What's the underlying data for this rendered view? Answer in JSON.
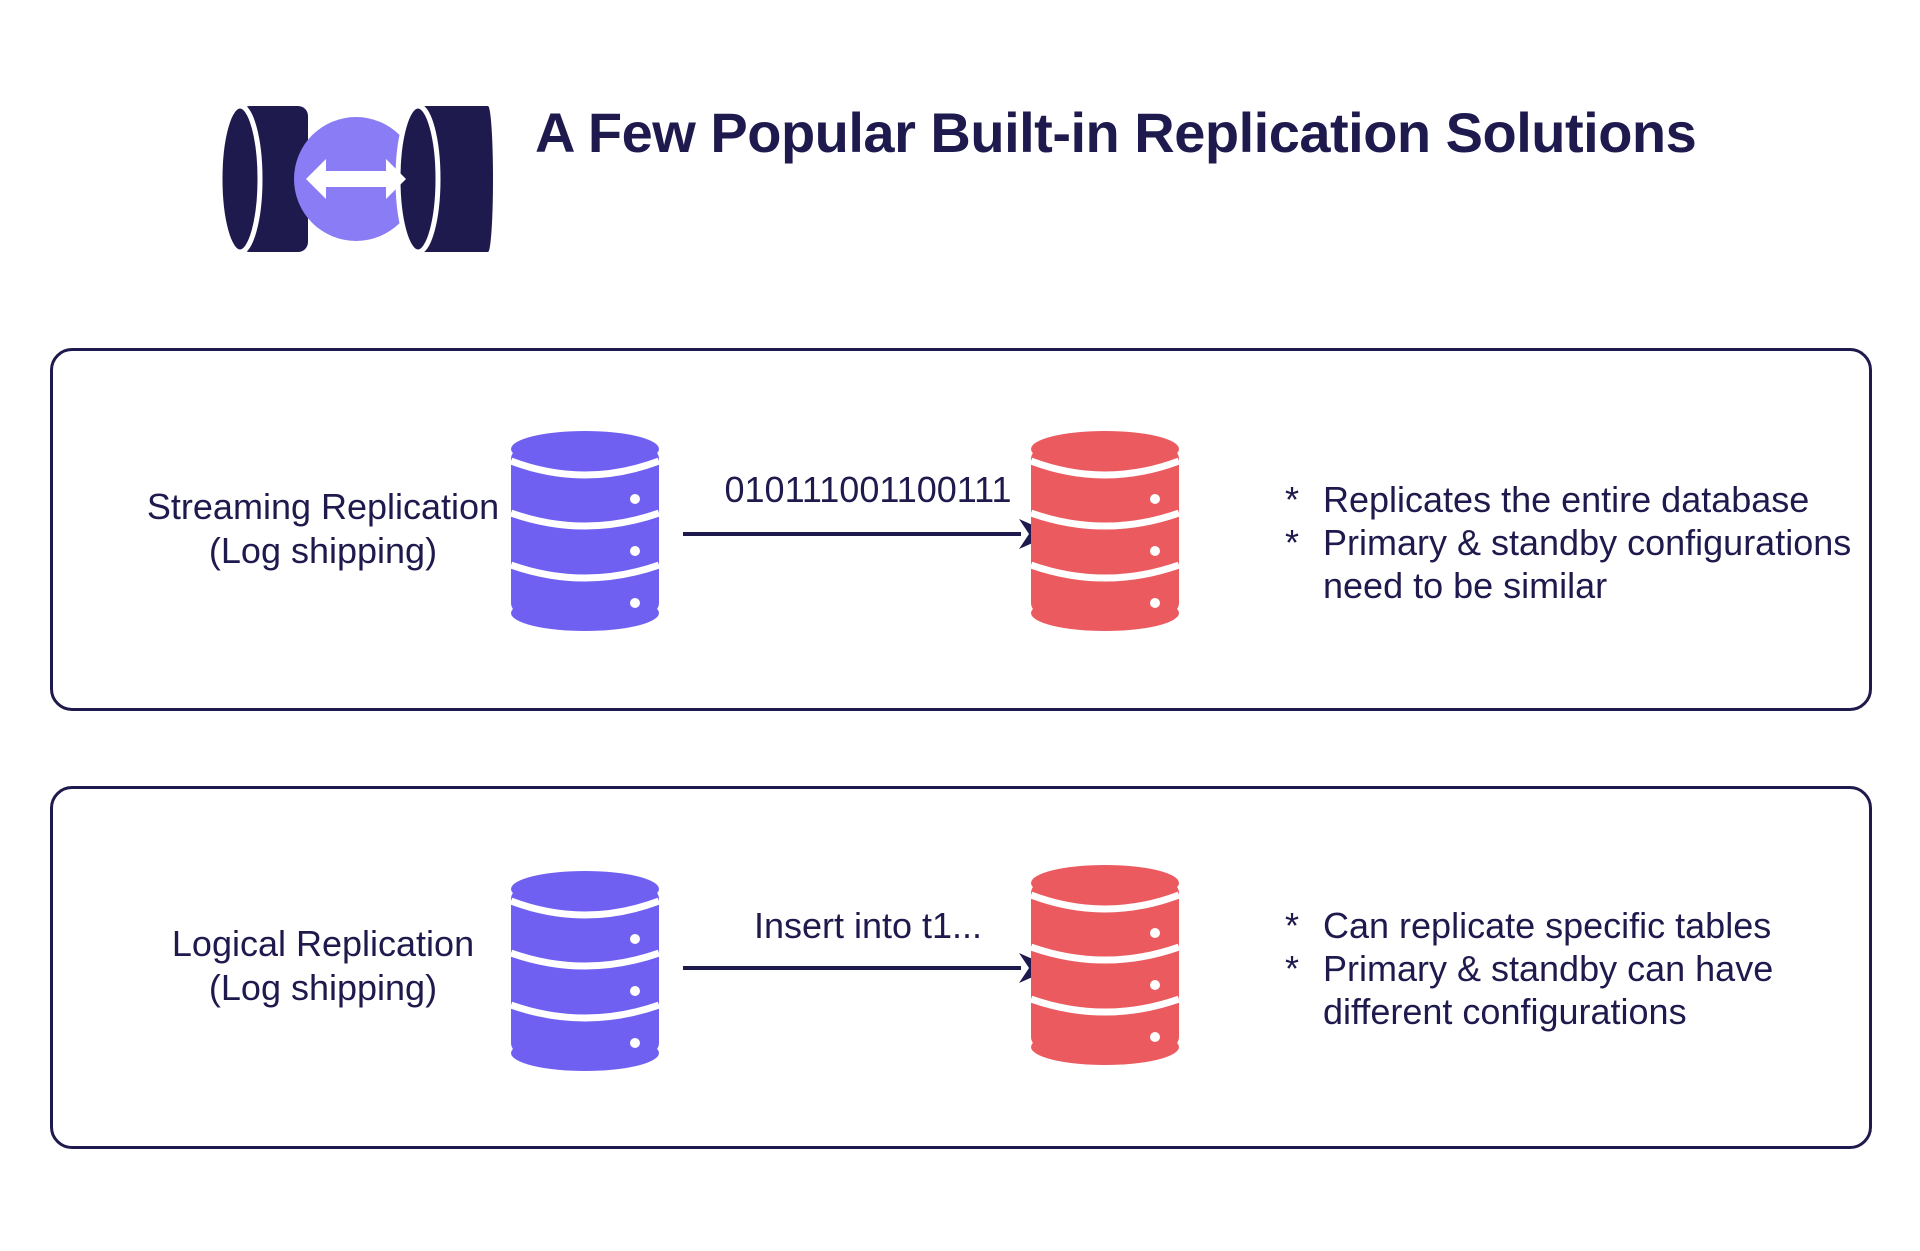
{
  "title": "A Few Popular Built-in Replication Solutions",
  "icons": {
    "logo": "replication-logo-icon",
    "source_db": "database-icon",
    "target_db": "database-icon",
    "arrow": "arrow-right-icon"
  },
  "colors": {
    "primary_dark": "#1f1a4d",
    "source_db": "#7060f2",
    "target_db": "#ea5a5e",
    "logo_circle": "#8a7cf5"
  },
  "methods": [
    {
      "name_line1": "Streaming Replication",
      "name_line2": "(Log shipping)",
      "flow_label": "010111001100111",
      "bullet_marker": "*",
      "notes": [
        "Replicates the entire database",
        "Primary & standby configurations need to be similar"
      ]
    },
    {
      "name_line1": "Logical Replication",
      "name_line2": "(Log shipping)",
      "flow_label": "Insert into t1...",
      "bullet_marker": "*",
      "notes": [
        "Can replicate specific tables",
        "Primary & standby can have different configurations"
      ]
    }
  ]
}
